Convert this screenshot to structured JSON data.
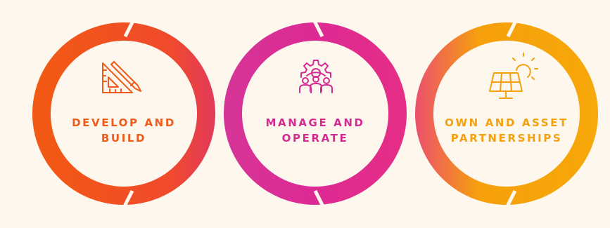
{
  "steps": [
    {
      "line1": "DEVELOP AND",
      "line2": "BUILD",
      "color": "#f05a1a",
      "icon": "ruler-pencil-icon"
    },
    {
      "line1": "MANAGE AND",
      "line2": "OPERATE",
      "color": "#d42b92",
      "icon": "gear-team-icon"
    },
    {
      "line1": "OWN AND ASSET",
      "line2": "PARTNERSHIPS",
      "color": "#f5a00f",
      "icon": "solar-panel-sun-icon"
    }
  ],
  "colors": {
    "background": "#fdf7ee",
    "orange": "#f05a1a",
    "magenta": "#d42b92",
    "amber": "#f5a00f"
  }
}
